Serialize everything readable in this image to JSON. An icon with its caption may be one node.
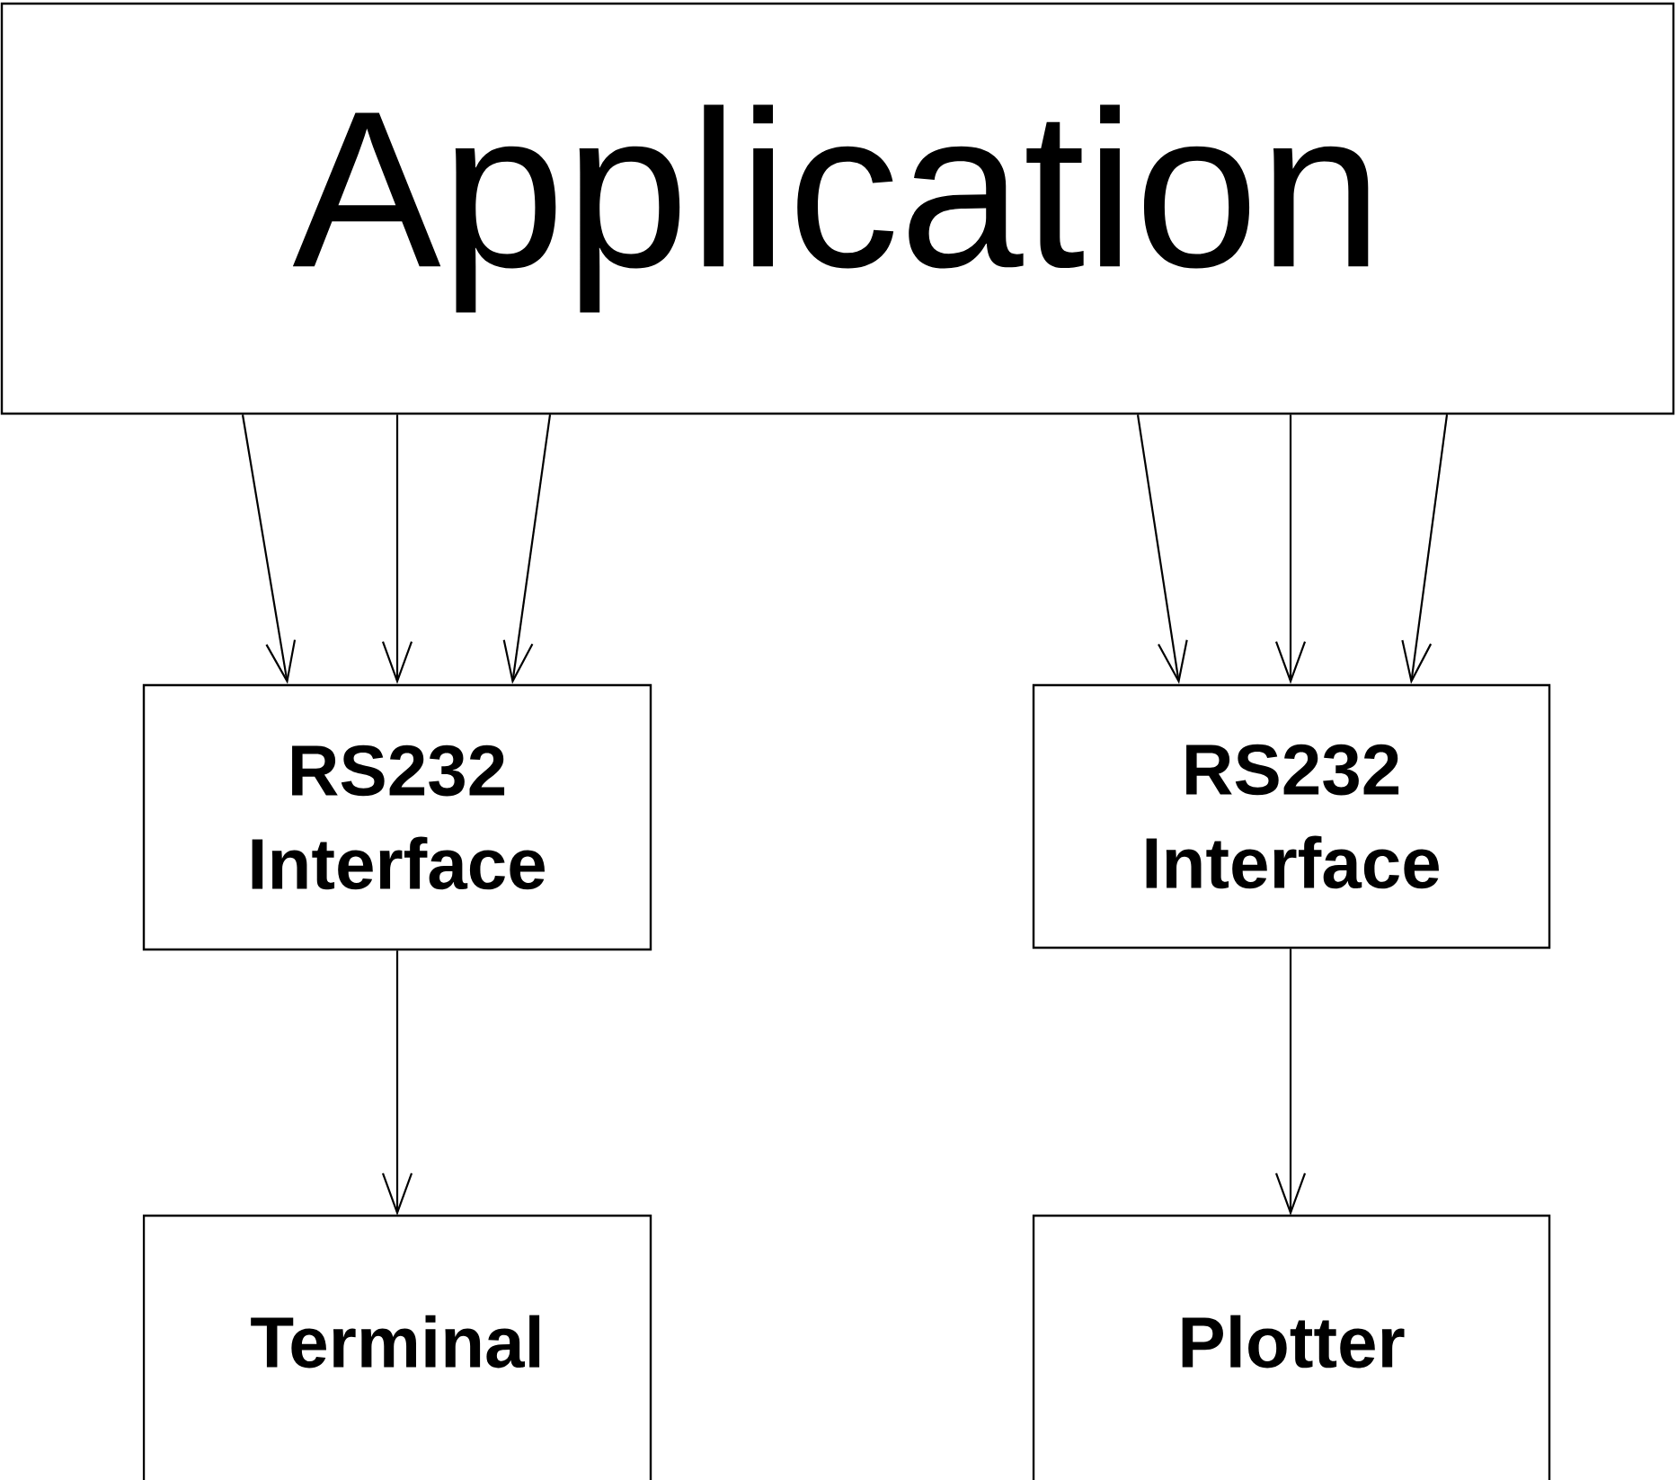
{
  "diagram": {
    "nodes": [
      {
        "text": [
          "Application"
        ]
      },
      {
        "text": [
          "RS232 Interface"
        ]
      },
      {
        "text": [
          "RS232 Interface"
        ]
      },
      {
        "text": [
          "Terminal"
        ]
      },
      {
        "text": [
          "Plotter"
        ]
      }
    ],
    "edges": [
      {
        "from": 0,
        "to": 1,
        "arrow": "to"
      },
      {
        "from": 0,
        "to": 1,
        "arrow": "to"
      },
      {
        "from": 0,
        "to": 1,
        "arrow": "to"
      },
      {
        "from": 0,
        "to": 2,
        "arrow": "to"
      },
      {
        "from": 0,
        "to": 2,
        "arrow": "to"
      },
      {
        "from": 0,
        "to": 2,
        "arrow": "to"
      },
      {
        "from": 1,
        "to": 3,
        "arrow": "to"
      },
      {
        "from": 2,
        "to": 4,
        "arrow": "to"
      }
    ]
  }
}
